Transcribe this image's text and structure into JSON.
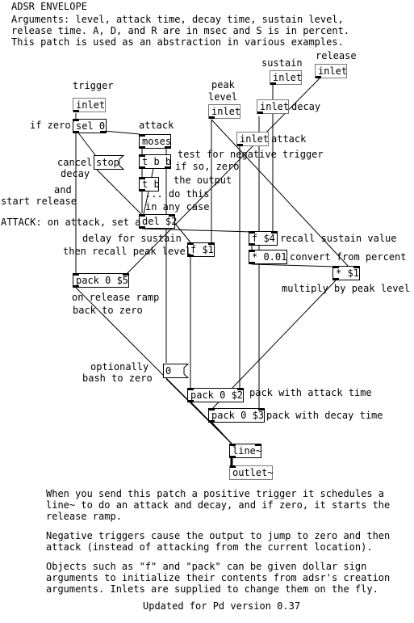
{
  "header": {
    "title": "ADSR ENVELOPE",
    "desc1": "Arguments: level, attack time, decay time, sustain level,",
    "desc2": "release time. A, D, and R are in msec and S is in percent.",
    "desc3": "This patch is used as an abstraction in various examples."
  },
  "objects": {
    "inlet_trigger": "inlet",
    "sel": "sel 0",
    "moses": "moses",
    "stop": "stop",
    "tbb": "t b b",
    "tb": "t b",
    "del": "del $2",
    "inlet_peak": "inlet",
    "inlet_sustain": "inlet",
    "inlet_release": "inlet",
    "inlet_decay": "inlet",
    "inlet_attack": "inlet",
    "f4": "f $4",
    "mul001": "* 0.01",
    "mul1": "* $1",
    "f1": "f $1",
    "pack5": "pack 0 $5",
    "zero": "0",
    "pack2": "pack 0 $2",
    "pack3": "pack 0 $3",
    "line": "line~",
    "outlet": "outlet~"
  },
  "comments": {
    "trigger": "trigger",
    "attack": "attack",
    "peak": "peak",
    "level": "level",
    "sustain": "sustain",
    "release": "release",
    "decay": "decay",
    "attack2": "attack",
    "if_zero": "if zero",
    "cancel": "cancel",
    "decay2": "decay",
    "and": "and",
    "start_release": "start release",
    "test_neg": "test for negative trigger",
    "if_so": "if so, zero",
    "the_output": "the output",
    "do_this": "... do this",
    "in_any_case": "in any case",
    "attack_set": "ATTACK: on attack, set a",
    "delay_sustain": "delay for sustain",
    "recall_peak": "then recall peak level",
    "recall_sustain": "recall sustain value",
    "convert": "convert from percent",
    "multiply": "multiply by peak level",
    "on_release": "on release ramp",
    "back_zero": "back to zero",
    "optionally": "optionally",
    "bash": "bash to zero",
    "pack_attack": "pack with attack time",
    "pack_decay": "pack with decay time"
  },
  "footer": {
    "p1a": "When you send this patch a positive trigger it schedules a",
    "p1b": "line~ to do an attack and decay, and if zero, it starts the",
    "p1c": "release ramp.",
    "p2a": "Negative triggers cause the output to jump to zero and then",
    "p2b": "attack (instead of attacking from the current location).",
    "p3a": "Objects such as \"f\" and \"pack\" can be given dollar sign",
    "p3b": "arguments to initialize their contents from adsr's creation",
    "p3c": "arguments. Inlets are supplied to change them on the fly.",
    "updated": "Updated for Pd version 0.37"
  }
}
